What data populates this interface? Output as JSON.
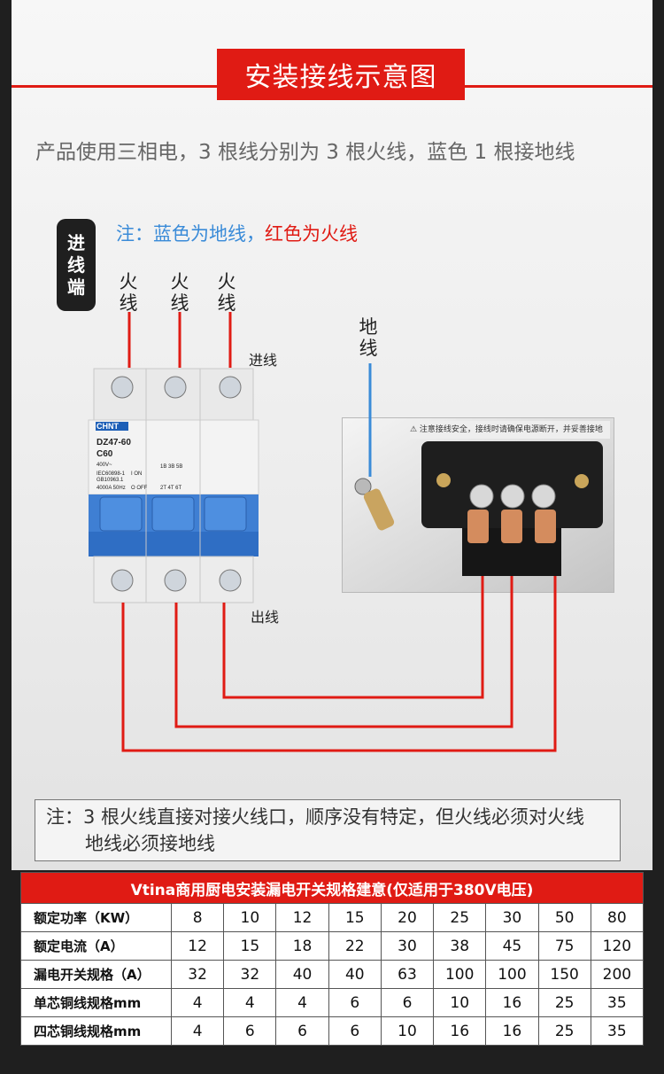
{
  "title": "安装接线示意图",
  "intro": "产品使用三相电，3 根线分别为 3 根火线，蓝色 1 根接地线",
  "badge": "进线端",
  "color_note": {
    "blue_text": "注：蓝色为地线，",
    "red_text": "红色为火线"
  },
  "wire_labels": {
    "live_1": "火线",
    "live_2": "火线",
    "live_3": "火线",
    "ground": "地线"
  },
  "breaker": {
    "in_label": "进线",
    "out_label": "出线",
    "brand": "CHNT",
    "model": "DZ47-60",
    "rating": "C60",
    "voltage": "400V~",
    "std_1": "IEC60898-1",
    "std_2": "GB10963.1",
    "spec": "4000A 50Hz",
    "on_text": "I ON",
    "off_text": "O OFF",
    "poles_top": "1B 3B 5B",
    "poles_bottom": "2T 4T 6T"
  },
  "photo": {
    "warning_text": "⚠ 注意接线安全，接线时请确保电源断开，并妥善接地"
  },
  "bottom_note": {
    "line_1": "注：3 根火线直接对接火线口，顺序没有特定，但火线必须对火线",
    "line_2": "地线必须接地线"
  },
  "table": {
    "title": "Vtina商用厨电安装漏电开关规格建意(仅适用于380V电压)",
    "rows": [
      {
        "label": "额定功率（KW）",
        "values": [
          "8",
          "10",
          "12",
          "15",
          "20",
          "25",
          "30",
          "50",
          "80"
        ]
      },
      {
        "label": "额定电流（A）",
        "values": [
          "12",
          "15",
          "18",
          "22",
          "30",
          "38",
          "45",
          "75",
          "120"
        ]
      },
      {
        "label": "漏电开关规格（A）",
        "values": [
          "32",
          "32",
          "40",
          "40",
          "63",
          "100",
          "100",
          "150",
          "200"
        ]
      },
      {
        "label": "单芯铜线规格mm",
        "values": [
          "4",
          "4",
          "4",
          "6",
          "6",
          "10",
          "16",
          "25",
          "35"
        ]
      },
      {
        "label": "四芯铜线规格mm",
        "values": [
          "4",
          "6",
          "6",
          "6",
          "10",
          "16",
          "16",
          "25",
          "35"
        ]
      }
    ]
  },
  "colors": {
    "accent_red": "#e01b14",
    "ground_blue": "#3a8bd8",
    "breaker_blue": "#3f7fd3"
  }
}
